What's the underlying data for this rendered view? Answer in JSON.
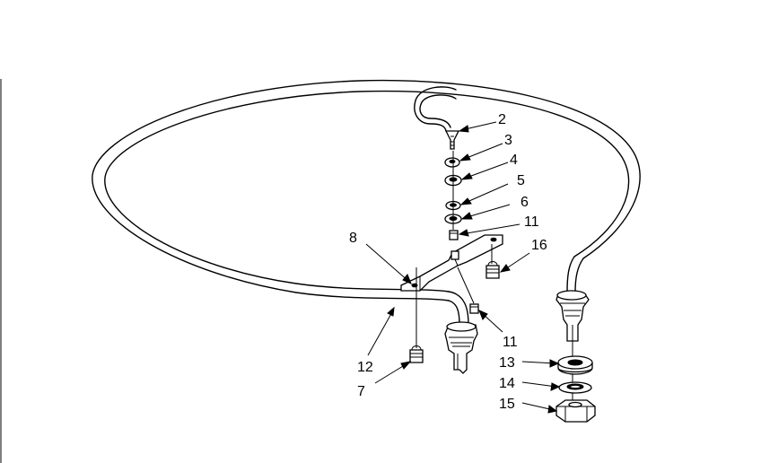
{
  "callouts": {
    "c2": "2",
    "c3": "3",
    "c4": "4",
    "c5": "5",
    "c6": "6",
    "c7": "7",
    "c8": "8",
    "c11a": "11",
    "c11b": "11",
    "c12": "12",
    "c13": "13",
    "c14": "14",
    "c15": "15",
    "c16": "16"
  },
  "style": {
    "line_color": "#000000",
    "background": "#ffffff"
  }
}
